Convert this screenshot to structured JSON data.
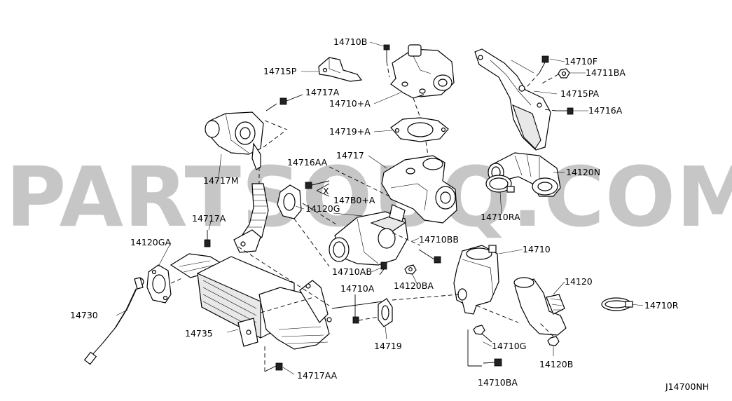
{
  "watermark": "PARTSOUQ.COM",
  "diagram_code": "J14700NH",
  "labels": {
    "p14710B": "14710B",
    "p14710F": "14710F",
    "p14711BA": "14711BA",
    "p14715P": "14715P",
    "p14715PA": "14715PA",
    "p14716A": "14716A",
    "p14717A_top": "14717A",
    "p14710plusA": "14710+A",
    "p14719plusA": "14719+A",
    "p14717": "14717",
    "p14716AA": "14716AA",
    "p14120N": "14120N",
    "p14717M": "14717M",
    "p147B0plusA": "147B0+A",
    "p14120G": "14120G",
    "pX": "X",
    "p14710RA": "14710RA",
    "p14717A_mid": "14717A",
    "p14120GA": "14120GA",
    "p14710BB": "14710BB",
    "p14710": "14710",
    "p14710AB": "14710AB",
    "p14120BA": "14120BA",
    "p14120": "14120",
    "p14710A": "14710A",
    "p14710R": "14710R",
    "p14730": "14730",
    "p14735": "14735",
    "p14719": "14719",
    "p14710G": "14710G",
    "p14120B": "14120B",
    "p14717AA": "14717AA",
    "p14710BA": "14710BA"
  }
}
